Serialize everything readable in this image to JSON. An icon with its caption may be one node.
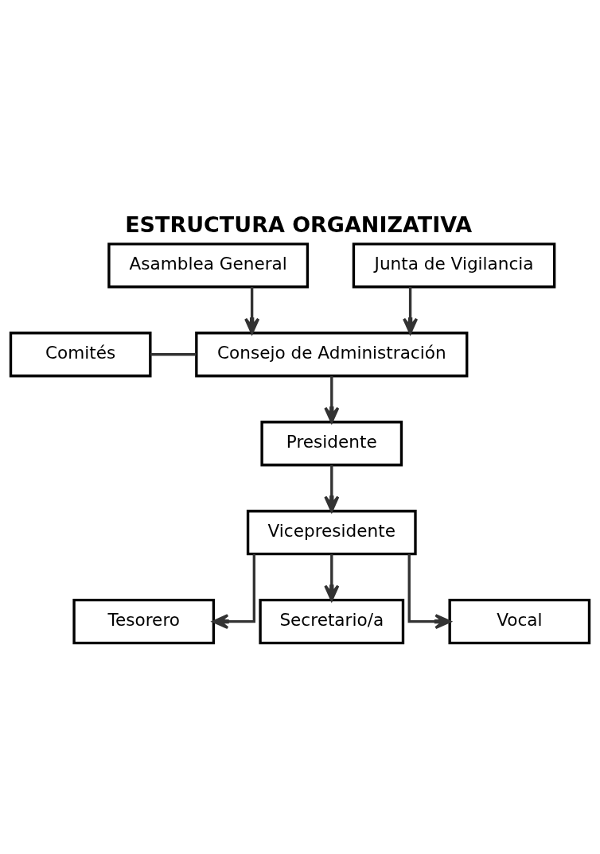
{
  "diagram": {
    "title": "ESTRUCTURA ORGANIZATIVA",
    "nodes": [
      {
        "text": [
          "Asamblea General"
        ]
      },
      {
        "text": [
          "Junta de Vigilancia"
        ]
      },
      {
        "text": [
          "Consejo de Administración"
        ]
      },
      {
        "text": [
          "Comités"
        ]
      },
      {
        "text": [
          "Presidente"
        ]
      },
      {
        "text": [
          "Vicepresidente"
        ]
      },
      {
        "text": [
          "Tesorero"
        ]
      },
      {
        "text": [
          "Secretario/a"
        ]
      },
      {
        "text": [
          "Vocal"
        ]
      }
    ],
    "edges": [
      {
        "from": 0,
        "to": 2,
        "arrow": "to"
      },
      {
        "from": 1,
        "to": 2,
        "arrow": "to"
      },
      {
        "from": 3,
        "to": 2,
        "arrow": "none"
      },
      {
        "from": 2,
        "to": 4,
        "arrow": "to"
      },
      {
        "from": 4,
        "to": 5,
        "arrow": "to"
      },
      {
        "from": 5,
        "to": 6,
        "arrow": "to"
      },
      {
        "from": 5,
        "to": 7,
        "arrow": "to"
      },
      {
        "from": 5,
        "to": 8,
        "arrow": "to"
      }
    ]
  }
}
